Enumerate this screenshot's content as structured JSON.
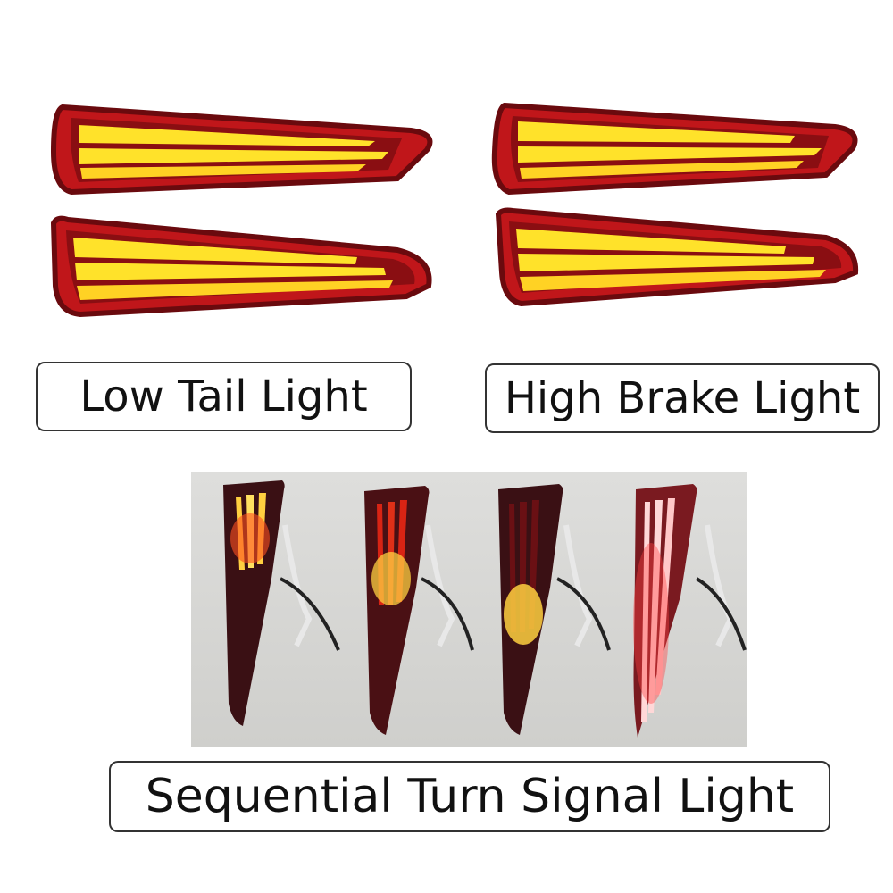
{
  "labels": {
    "low_tail": "Low Tail Light",
    "high_brake": "High Brake Light",
    "sequential_turn": "Sequential Turn Signal Light"
  },
  "colors": {
    "housing_red": "#c0161a",
    "dark_red": "#7a0c10",
    "lamp_yellow": "#ffe22a",
    "lamp_orange": "#ffb020",
    "photo_bg": "#d6d6d4",
    "border": "#333333"
  }
}
